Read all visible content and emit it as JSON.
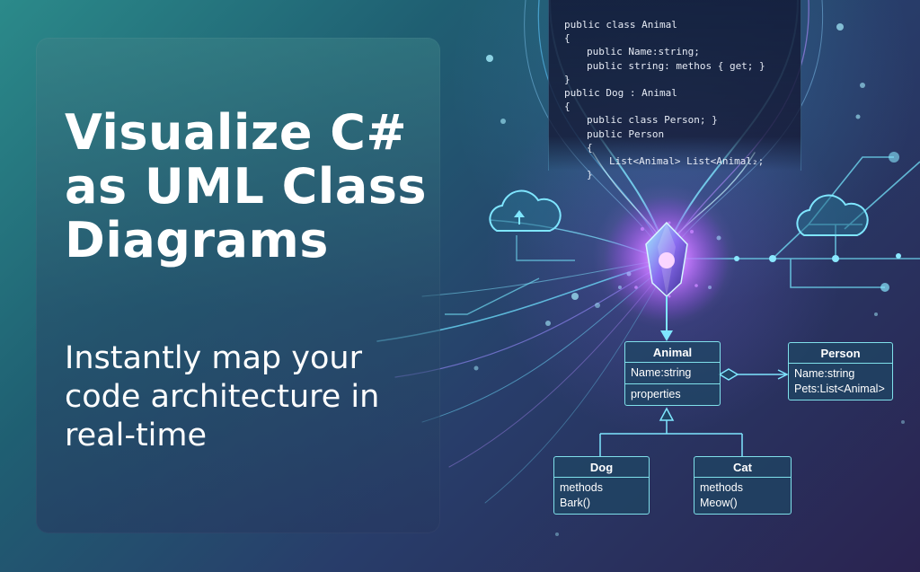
{
  "headline": "Visualize C# as UML Class Diagrams",
  "subhead": "Instantly map your code architecture in real-time",
  "code_lines": [
    "public class Animal",
    "{",
    "public Name:string;",
    "public string: methos { get; }",
    "}",
    "public Dog : Animal",
    "{",
    "public class Person; }",
    "public Person",
    "{",
    "List<Animal> List<Animal₂;",
    "}"
  ],
  "uml": {
    "animal": {
      "title": "Animal",
      "attributes": [
        "Name:string"
      ],
      "operations": [
        "properties"
      ]
    },
    "person": {
      "title": "Person",
      "attributes": [
        "Name:string",
        "Pets:List<Animal>"
      ]
    },
    "dog": {
      "title": "Dog",
      "operations": [
        "methods",
        "Bark()"
      ]
    },
    "cat": {
      "title": "Cat",
      "operations": [
        "methods",
        "Meow()"
      ]
    }
  },
  "colors": {
    "accent_cyan": "#7fe0ea",
    "glow_purple": "#c478ff",
    "text": "#ffffff"
  },
  "icons": [
    "cloud-upload-icon",
    "cloud-network-icon",
    "crystal-gem-icon"
  ]
}
